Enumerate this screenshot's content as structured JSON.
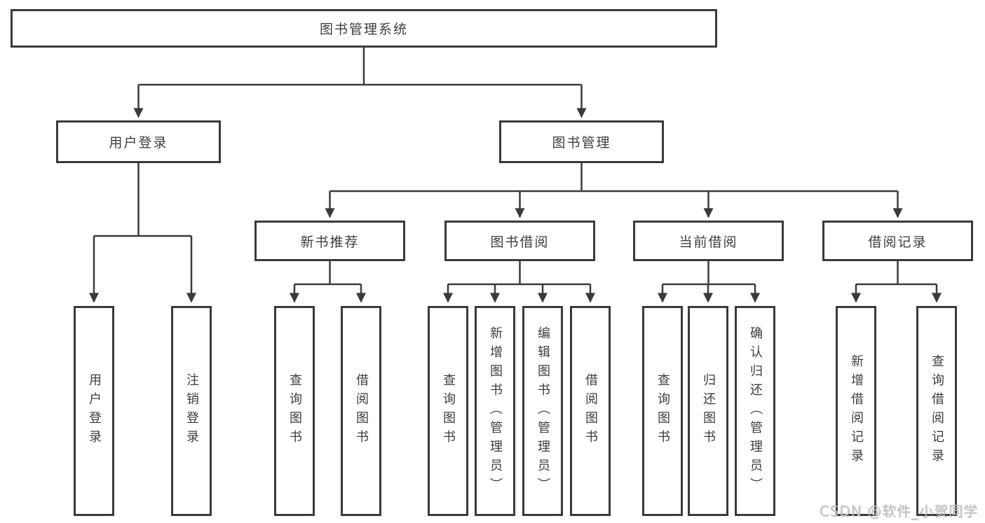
{
  "diagram": {
    "type": "hierarchy-tree",
    "title": "图书管理系统",
    "colors": {
      "line": "#3a3a3a",
      "box_border": "#3a3a3a",
      "box_background": "#ffffff",
      "text": "#3d3d3d",
      "watermark": "#c6c6c6"
    }
  },
  "nodes": {
    "root": {
      "label": "图书管理系统"
    },
    "login": {
      "label": "用户登录",
      "children": [
        "用户登录",
        "注销登录"
      ]
    },
    "management": {
      "label": "图书管理"
    },
    "recommend": {
      "label": "新书推荐",
      "children": [
        "查询图书",
        "借阅图书"
      ]
    },
    "borrow": {
      "label": "图书借阅",
      "children": [
        "查询图书",
        "新增图书（管理员）",
        "编辑图书（管理员）",
        "借阅图书"
      ]
    },
    "current": {
      "label": "当前借阅",
      "children": [
        "查询图书",
        "归还图书",
        "确认归还（管理员）"
      ]
    },
    "records": {
      "label": "借阅记录",
      "children": [
        "新增借阅记录",
        "查询借阅记录"
      ]
    }
  },
  "watermark": {
    "text": "CSDN @软件_小贺同学"
  }
}
